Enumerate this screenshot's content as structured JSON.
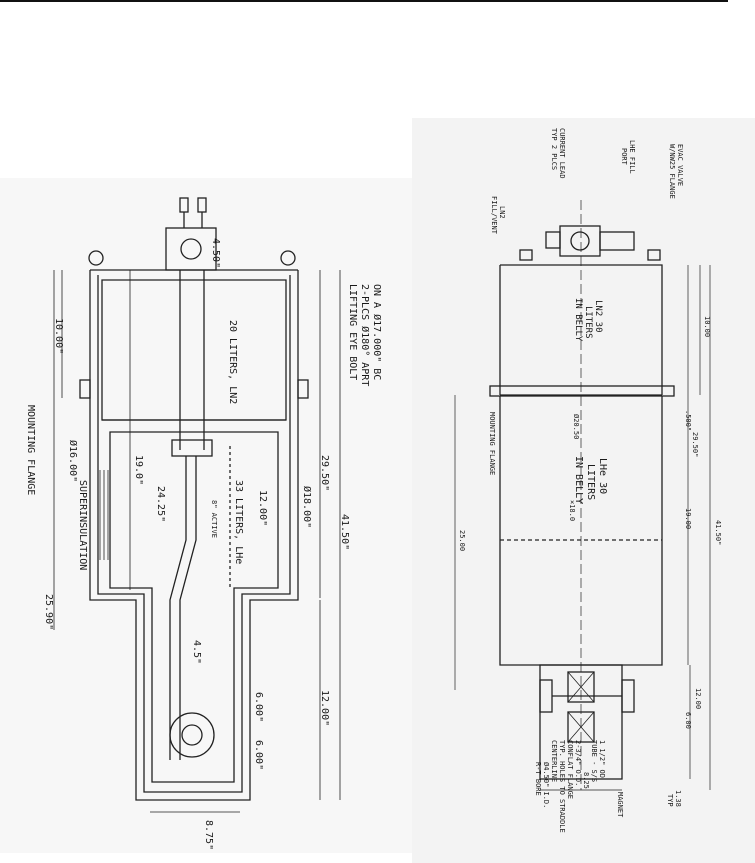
{
  "left_drawing": {
    "dims": {
      "flange_gap": "4.50\"",
      "top_section": "10.00\"",
      "bore_dia": "Ø16.00\"",
      "depth_19": "19.0\"",
      "length_24": "24.25\"",
      "active_12": "12.00\"",
      "active_label": "8\" ACTIVE",
      "dim_4_5": "4.5\"",
      "total_29": "29.50\"",
      "outer_dia": "Ø18.00\"",
      "total_41": "41.50\"",
      "tail_12": "12.00\"",
      "tail_6a": "6.00\"",
      "tail_6b": "6.00\"",
      "bottom_w": "8.75\"",
      "length_25": "25.90\""
    },
    "labels": {
      "eyebolt": [
        "LIFTING EYE BOLT",
        "2-PLCS Ø180° APRT",
        "ON A Ø17.000\" BC"
      ],
      "ln2": "20 LITERS, LN2",
      "lhe": "33 LITERS, LHe",
      "mount": "MOUNTING FLANGE",
      "superins": "SUPERINSULATION"
    }
  },
  "right_drawing": {
    "callouts": {
      "current_lead": [
        "CURRENT LEAD",
        "TYP 2 PLCS"
      ],
      "lhe_fill": [
        "LHE FILL",
        "PORT"
      ],
      "evac": [
        "EVAC VALVE",
        "W/NW25 FLANGE"
      ],
      "ln2_fill": [
        "LN2",
        "FILL/VENT"
      ],
      "mount": "MOUNTING FLANGE",
      "bore": [
        "Ø4.50\" I.D.",
        "R-T BORE"
      ],
      "conflat": [
        "2-3/4\" O.D.",
        "CONFLAT FLANGE",
        "TYP. HOLES TO STRADDLE",
        "CENTERLINE"
      ],
      "tube": [
        "1 1/2\" OD",
        "TUBE - S/S"
      ],
      "magnet": "MAGNET"
    },
    "tanks": {
      "ln2": [
        "LN2 30",
        "LITERS",
        "IN BELLY"
      ],
      "lhe": [
        "LHe 30",
        "LITERS",
        "IN BELLY"
      ]
    },
    "dims": {
      "d10": "10.00",
      "d0500": ".500\"",
      "d2050": "Ø20.50",
      "d18": "×18.0",
      "d25": "25.00",
      "d2950": "29.50\"",
      "d19": "19.00",
      "d4150": "41.50\"",
      "d12": "12.00",
      "d6": "6.00",
      "d825": "8.25",
      "typ": [
        "1.38",
        "TYP"
      ]
    }
  }
}
